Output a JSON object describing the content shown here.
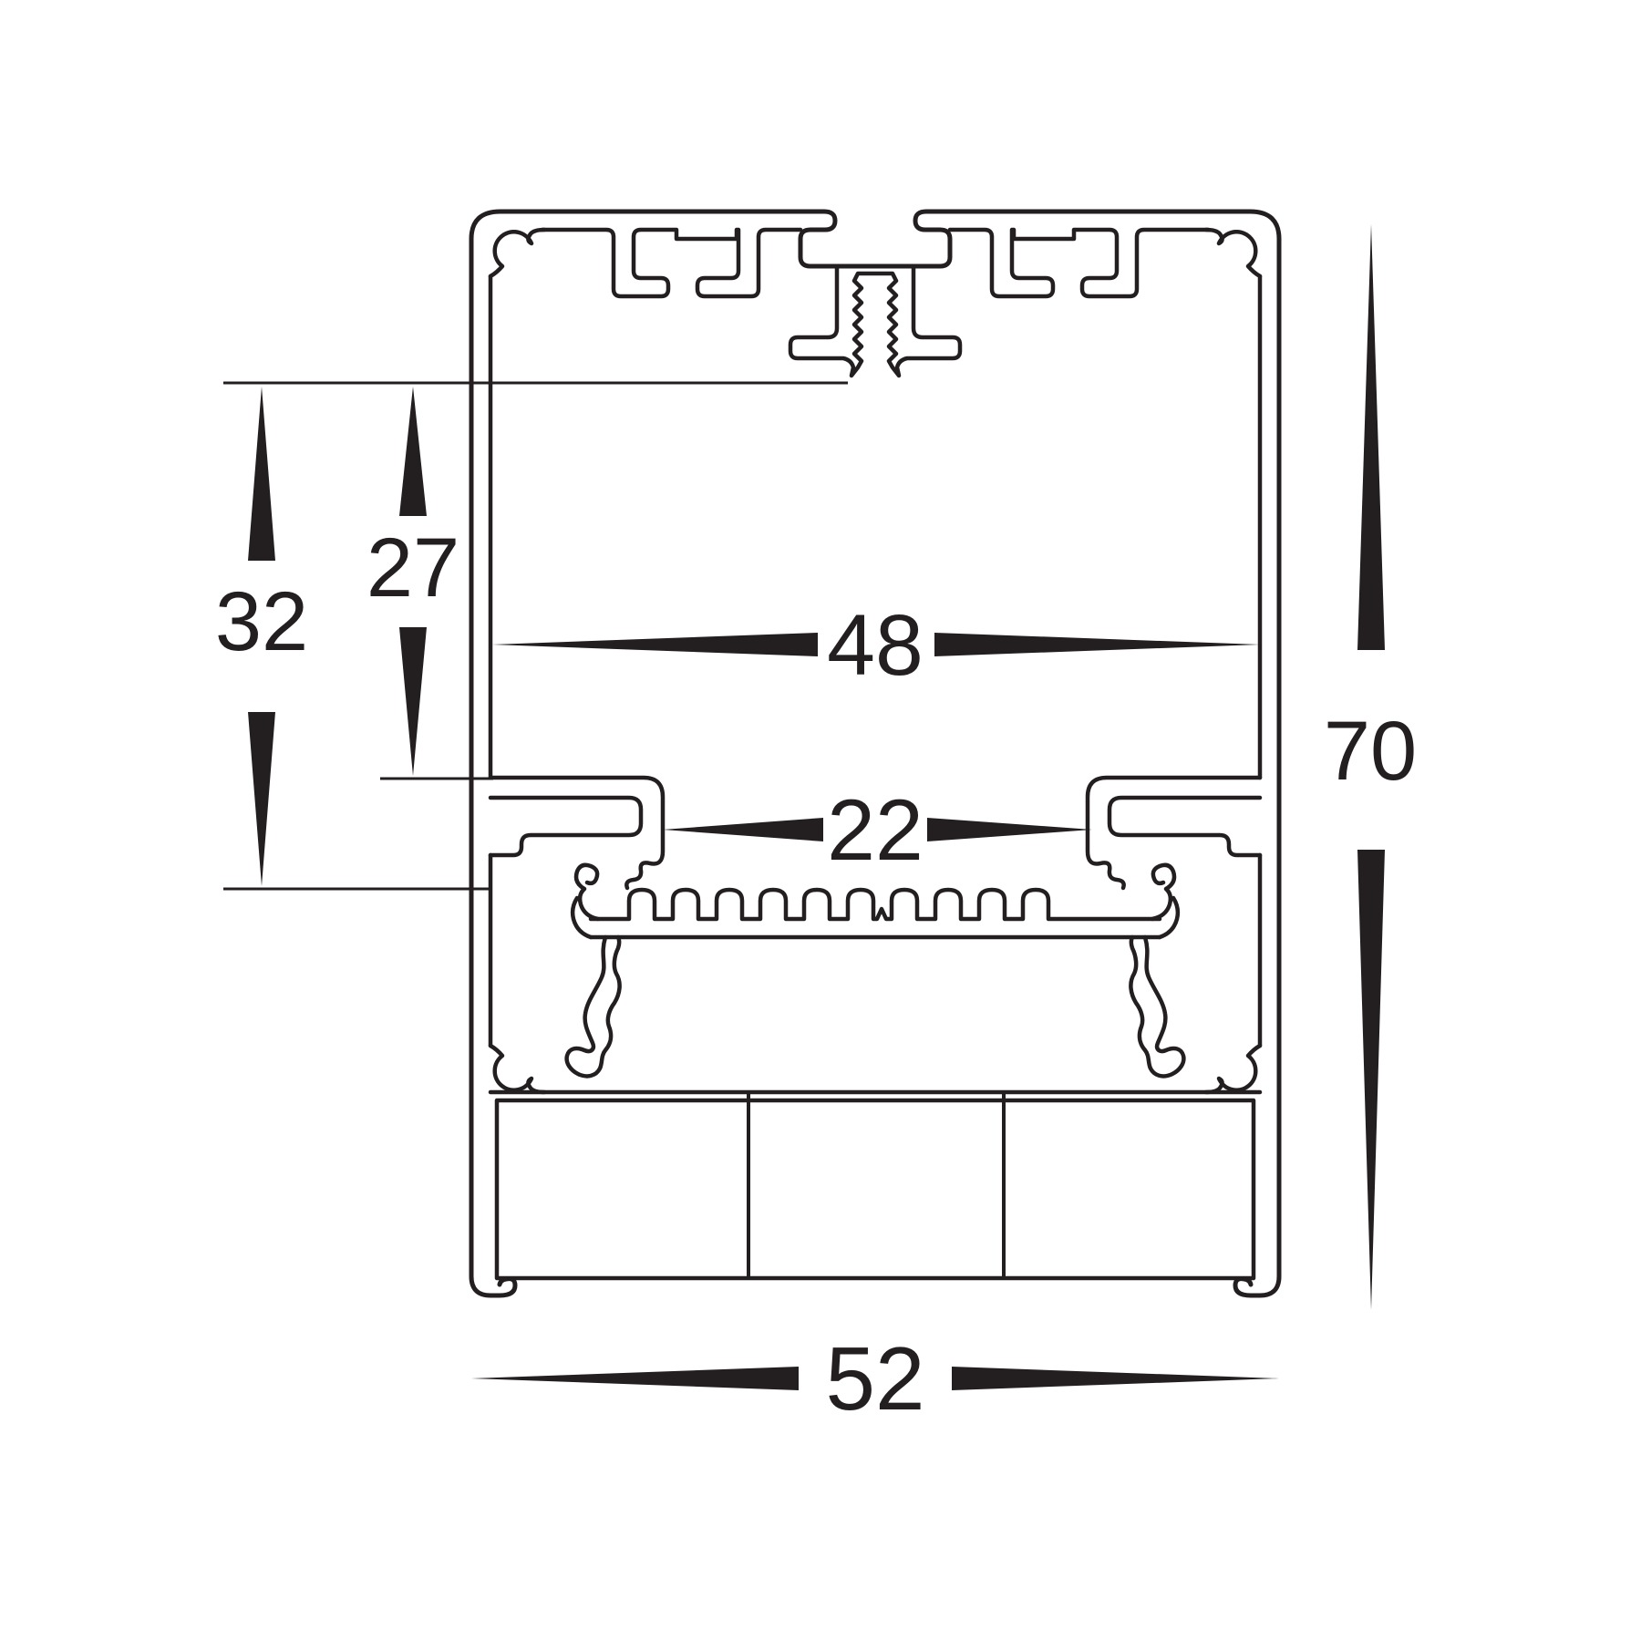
{
  "drawing": {
    "type": "technical-cross-section",
    "subject": "aluminium-led-profile",
    "line_color": "#231f20",
    "background_color": "#ffffff",
    "dimensions": {
      "outer_width": {
        "label": "52",
        "value": 52
      },
      "outer_height": {
        "label": "70",
        "value": 70
      },
      "inner_width": {
        "label": "48",
        "value": 48
      },
      "led_channel_width": {
        "label": "22",
        "value": 22
      },
      "depth_to_channel_top": {
        "label": "27",
        "value": 27
      },
      "depth_to_led_plate": {
        "label": "32",
        "value": 32
      }
    }
  }
}
